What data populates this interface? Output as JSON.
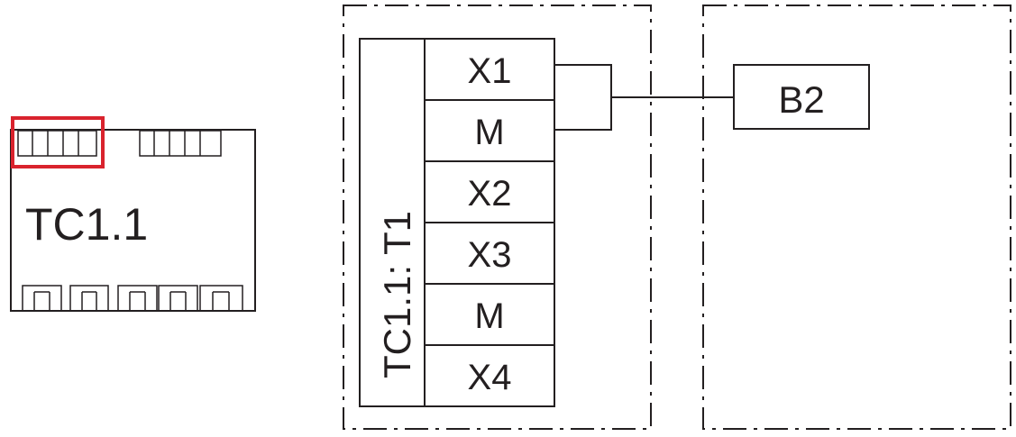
{
  "module": {
    "name": "TC1.1",
    "highlight_color": "#d9232d"
  },
  "terminal_block": {
    "title": "TC1.1:  T1",
    "terminals": [
      "X1",
      "M",
      "X2",
      "X3",
      "M",
      "X4"
    ]
  },
  "device": {
    "name": "B2"
  },
  "colors": {
    "line": "#231f20"
  }
}
